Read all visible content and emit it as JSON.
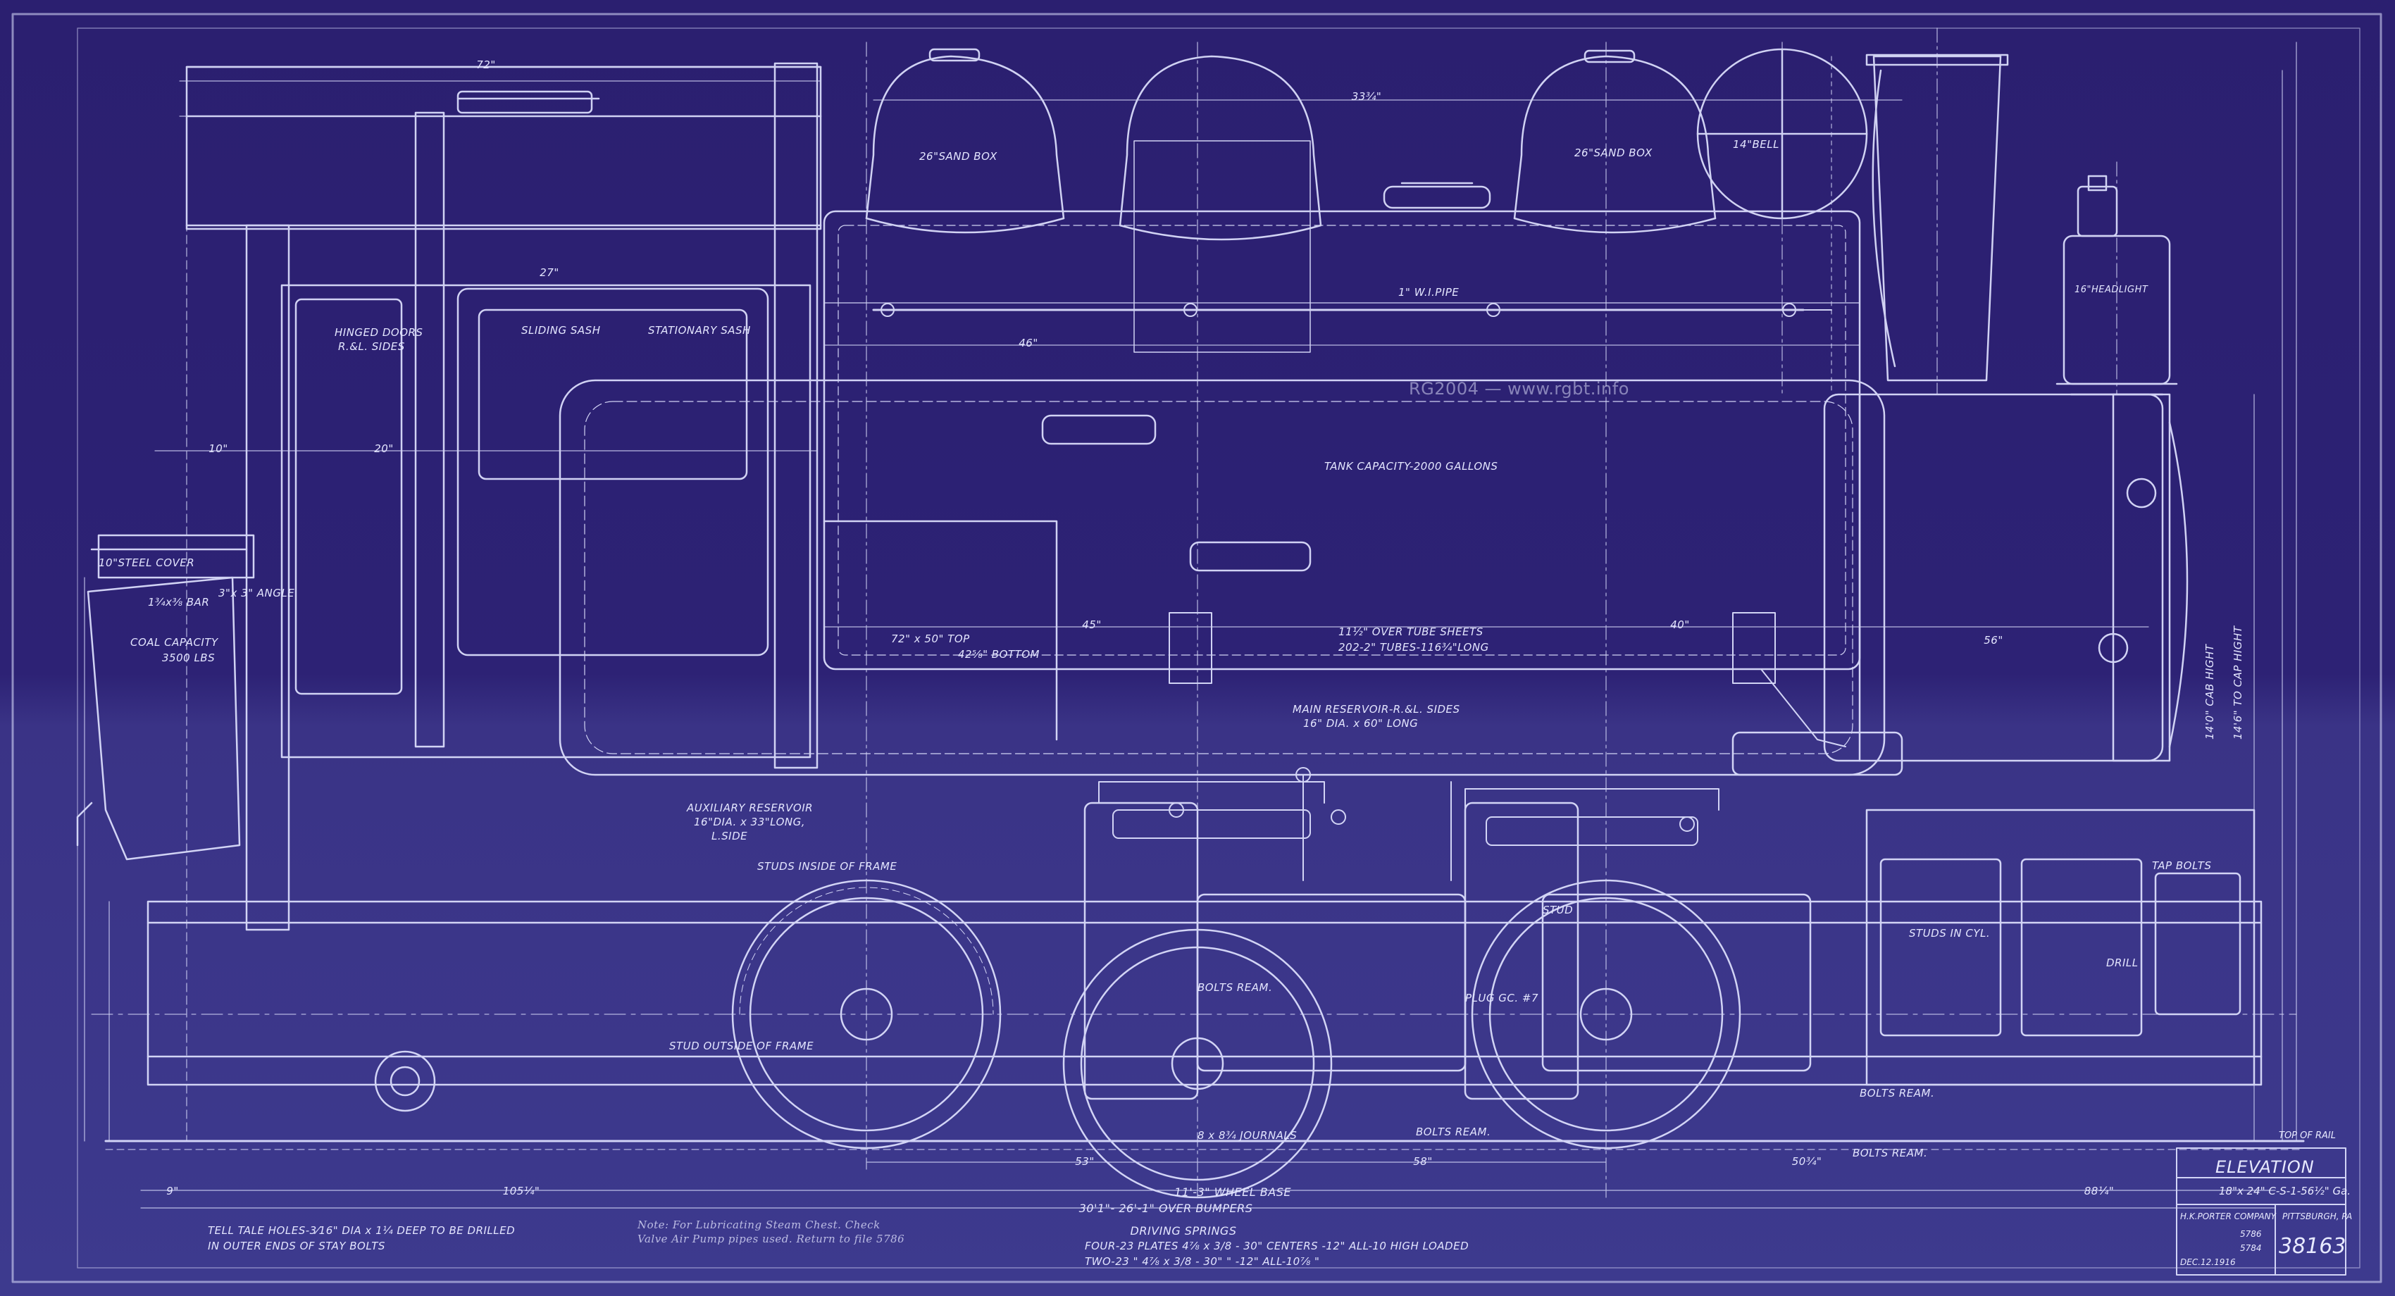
{
  "title_block": {
    "heading": "ELEVATION",
    "subtitle": "18\"x 24\" C-S-1-56½\" Ga.",
    "company": "H.K.PORTER COMPANY",
    "city": "PITTSBURGH, PA",
    "drawing_no": "38163",
    "date": "DEC.12.1916",
    "ref1": "5786",
    "ref2": "5784",
    "top_of_rail": "TOP OF RAIL"
  },
  "watermark": "RG2004 — www.rgbt.info",
  "labels": {
    "sand_box_front": "26\"SAND BOX",
    "sand_box_rear": "26\"SAND BOX",
    "bell": "14\"BELL",
    "headlight": "16\"HEADLIGHT",
    "tank_capacity": "TANK CAPACITY-2000 GALLONS",
    "tube_sheets": "11½\" OVER TUBE SHEETS",
    "tubes": "202-2\" TUBES-116¾\"LONG",
    "firebox_top": "72\" x 50\" TOP",
    "firebox_bottom": "42⅝\" BOTTOM",
    "main_reservoir": "MAIN RESERVOIR-R.&L. SIDES",
    "main_reservoir_size": "16\" DIA. x 60\" LONG",
    "aux_reservoir": "AUXILIARY RESERVOIR",
    "aux_reservoir_size": "16\"DIA. x 33\"LONG,",
    "aux_reservoir_side": "L.SIDE",
    "hinged_doors": "HINGED DOORS",
    "hinged_doors_sides": "R.&L. SIDES",
    "sliding_sash": "SLIDING SASH",
    "stationary_sash": "STATIONARY SASH",
    "steel_cover": "10\"STEEL COVER",
    "bar": "1¾x⅜ BAR",
    "angle": "3\"x 3\" ANGLE",
    "coal_capacity": "COAL CAPACITY",
    "coal_lbs": "3500 LBS",
    "pipe": "1\" W.I.PIPE",
    "journals": "8 x 8¾ JOURNALS",
    "studs_frame": "STUDS INSIDE OF FRAME",
    "studs_cyl": "STUDS IN CYL.",
    "plug": "PLUG GC. #7",
    "bolts_ream": "BOLTS REAM.",
    "tap_bolts": "TAP BOLTS",
    "stud": "STUD",
    "drill": "DRILL",
    "stud_outside": "STUD OUTSIDE OF FRAME",
    "hight_cab": "14'0\" CAB HIGHT",
    "hight_cap": "14'6\" TO CAP HIGHT"
  },
  "dimensions": {
    "over_bumpers": "30'1\"- 26'-1\" OVER BUMPERS",
    "wheel_base": "11'-3\" WHEEL BASE",
    "d_53": "53\"",
    "d_58": "58\"",
    "d_50": "50¾\"",
    "d_9": "9\"",
    "d_105": "105¼\"",
    "d_88": "88¼\"",
    "d_46": "46\"",
    "d_45": "45\"",
    "d_40": "40\"",
    "d_56": "56\"",
    "d_72": "72\"",
    "d_33": "33¾\"",
    "d_27": "27\"",
    "d_20": "20\"",
    "d_10": "10\""
  },
  "notes": {
    "tell_tale_1": "TELL TALE HOLES-3⁄16\" DIA x 1¼ DEEP TO BE DRILLED",
    "tell_tale_2": "IN OUTER ENDS OF STAY BOLTS",
    "driving_springs": "DRIVING SPRINGS",
    "springs_1": "FOUR-23 PLATES 4⅞ x 3/8 - 30\" CENTERS -12\" ALL-10 HIGH LOADED",
    "springs_2": "TWO-23   \"   4⅞ x 3/8 - 30\"   \"   -12\" ALL-10⅞   \"",
    "handwritten": "Note: For Lubricating Steam Chest. Check Valve Air Pump pipes used. Return to file 5786"
  },
  "colors": {
    "paper": "#2b1f70",
    "paper_faded": "#3d3a8e",
    "line": "#dfe2ff"
  }
}
